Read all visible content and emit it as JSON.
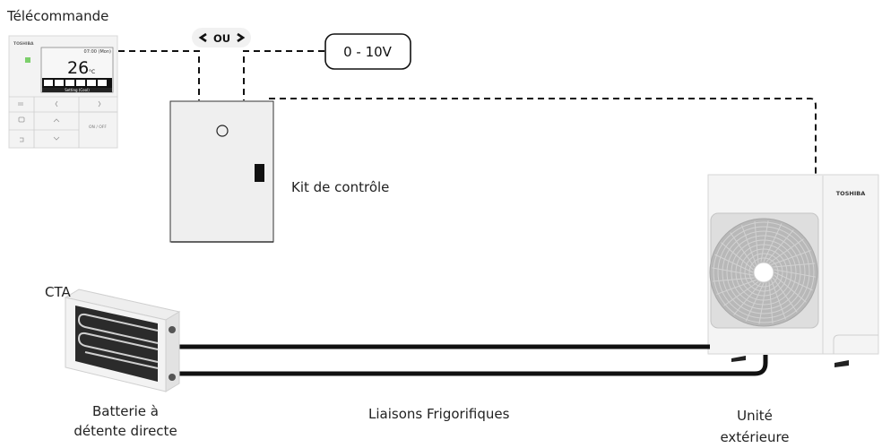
{
  "labels": {
    "remote": "Télécommande",
    "or": "OU",
    "signal": "0 - 10V",
    "control_kit": "Kit de contrôle",
    "cta": "CTA",
    "coil_line1": "Batterie à",
    "coil_line2": "détente directe",
    "refrigerant_links": "Liaisons Frigorifiques",
    "outdoor_line1": "Unité",
    "outdoor_line2": "extérieure"
  },
  "remote_display": {
    "brand": "TOSHIBA",
    "time": "07:00 (Mon)",
    "temperature": "26",
    "unit": "°C",
    "status": "Setting (Cool)",
    "onoff": "ON / OFF"
  },
  "outdoor_unit": {
    "brand": "TOSHIBA"
  }
}
